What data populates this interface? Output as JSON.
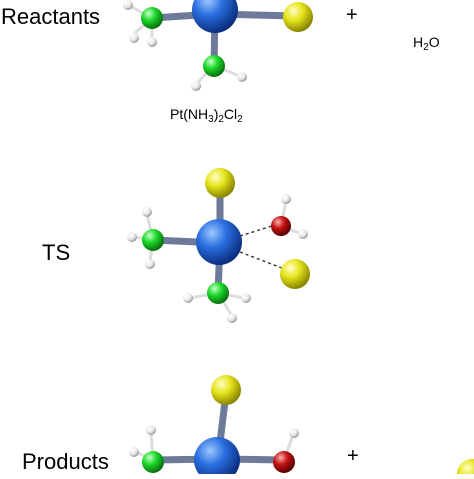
{
  "labels": {
    "reactants": "Reactants",
    "ts": "TS",
    "products": "Products",
    "plus": "+",
    "water": {
      "base": "H",
      "sub": "2",
      "end": "O"
    },
    "complex": {
      "a": "Pt(NH",
      "s1": "3",
      "b": ")",
      "s2": "2",
      "c": "Cl",
      "s3": "2"
    }
  },
  "colors": {
    "platinum": "#2a6fe0",
    "chlorine": "#e6e41c",
    "nitrogen": "#1cd92a",
    "oxygen": "#c41414",
    "hydrogen": "#f2f2f2",
    "bond_pt": "#2a6fe0"
  }
}
